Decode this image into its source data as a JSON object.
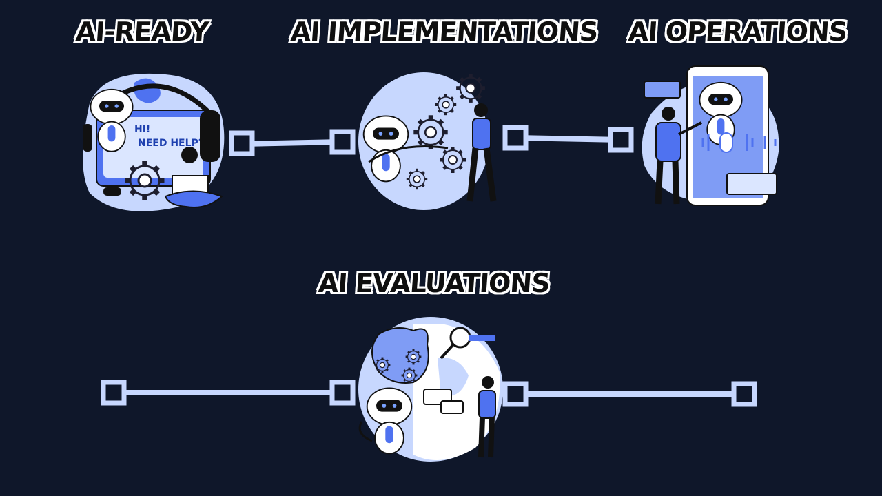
{
  "titles": {
    "ai_ready": "AI-READY",
    "ai_implementations": "AI IMPLEMENTATIONS",
    "ai_operations": "AI OPERATIONS",
    "ai_evaluations": "AI EVALUATIONS"
  },
  "speech": {
    "line1": "HI!",
    "line2": "NEED HELP?"
  },
  "colors": {
    "background": "#0f172a",
    "accent_blue": "#4f72f0",
    "light_blue": "#c7d7fe",
    "connector": "#c7d7fe"
  }
}
